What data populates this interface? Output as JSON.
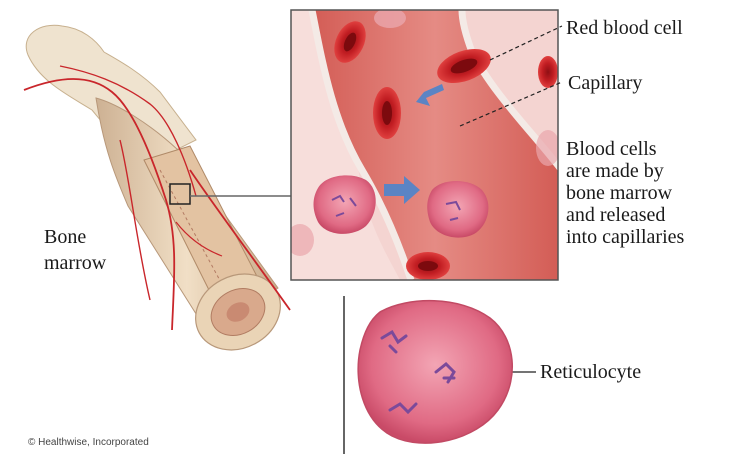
{
  "labels": {
    "red_blood_cell": "Red blood cell",
    "capillary": "Capillary",
    "description_lines": [
      "Blood cells",
      "are made by",
      "bone marrow",
      "and released",
      "into capillaries"
    ],
    "bone_marrow_lines": [
      "Bone",
      "marrow"
    ],
    "reticulocyte": "Reticulocyte",
    "credit": "© Healthwise, Incorporated"
  },
  "colors": {
    "blood_red": "#c9262b",
    "vessel_wall": "#e9a6a0",
    "bone": "#e8d2b4",
    "reticulocyte_pink": "#e27088",
    "arrow_blue": "#5b84c4"
  }
}
